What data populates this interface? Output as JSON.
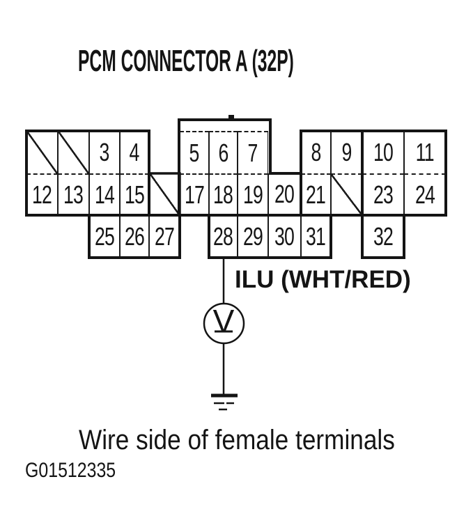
{
  "title": "PCM CONNECTOR A (32P)",
  "connector": {
    "name": "PCM CONNECTOR A",
    "pin_count": "32P",
    "rows": 3,
    "blocked_positions": [
      1,
      2,
      16,
      22
    ],
    "cells": [
      {
        "pin": "",
        "blocked": true
      },
      {
        "pin": "",
        "blocked": true
      },
      {
        "pin": "3"
      },
      {
        "pin": "4"
      },
      {
        "pin": "5"
      },
      {
        "pin": "6"
      },
      {
        "pin": "7"
      },
      {
        "pin": "8"
      },
      {
        "pin": "9"
      },
      {
        "pin": "10"
      },
      {
        "pin": "11"
      },
      {
        "pin": "12"
      },
      {
        "pin": "13"
      },
      {
        "pin": "14"
      },
      {
        "pin": "15"
      },
      {
        "pin": "",
        "blocked": true
      },
      {
        "pin": "17"
      },
      {
        "pin": "18"
      },
      {
        "pin": "19"
      },
      {
        "pin": "20"
      },
      {
        "pin": "21"
      },
      {
        "pin": "",
        "blocked": true
      },
      {
        "pin": "23"
      },
      {
        "pin": "24"
      },
      {
        "pin": "25"
      },
      {
        "pin": "26"
      },
      {
        "pin": "27"
      },
      {
        "pin": "28"
      },
      {
        "pin": "29"
      },
      {
        "pin": "30"
      },
      {
        "pin": "31"
      },
      {
        "pin": "32"
      }
    ]
  },
  "wire": {
    "from_pin": "28",
    "label": "ILU (WHT/RED)"
  },
  "meter": {
    "symbol": "V",
    "icon": "voltmeter-icon"
  },
  "ground_icon": "ground-icon",
  "caption": "Wire side of female terminals",
  "figure_id": "G01512335",
  "colors": {
    "ink": "#141414",
    "background": "#ffffff"
  }
}
